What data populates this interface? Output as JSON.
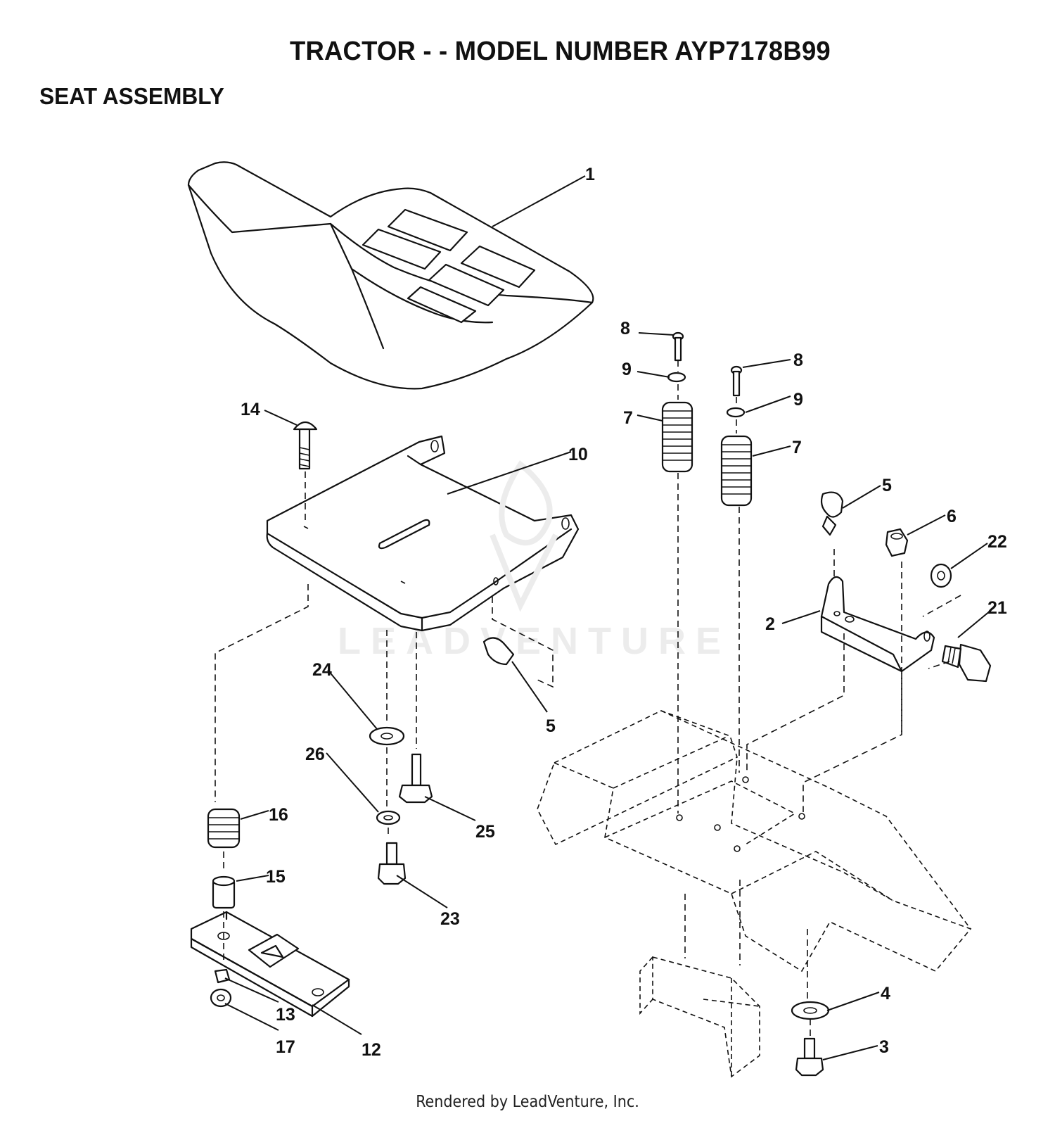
{
  "title": "TRACTOR - - MODEL NUMBER AYP7178B99",
  "subtitle": "SEAT ASSEMBLY",
  "footer": "Rendered by LeadVenture, Inc.",
  "watermark": "LEADVENTURE",
  "callouts": [
    "1",
    "2",
    "3",
    "4",
    "5",
    "5",
    "6",
    "7",
    "7",
    "8",
    "8",
    "9",
    "9",
    "10",
    "12",
    "13",
    "14",
    "15",
    "16",
    "17",
    "21",
    "22",
    "23",
    "24",
    "25",
    "26"
  ]
}
